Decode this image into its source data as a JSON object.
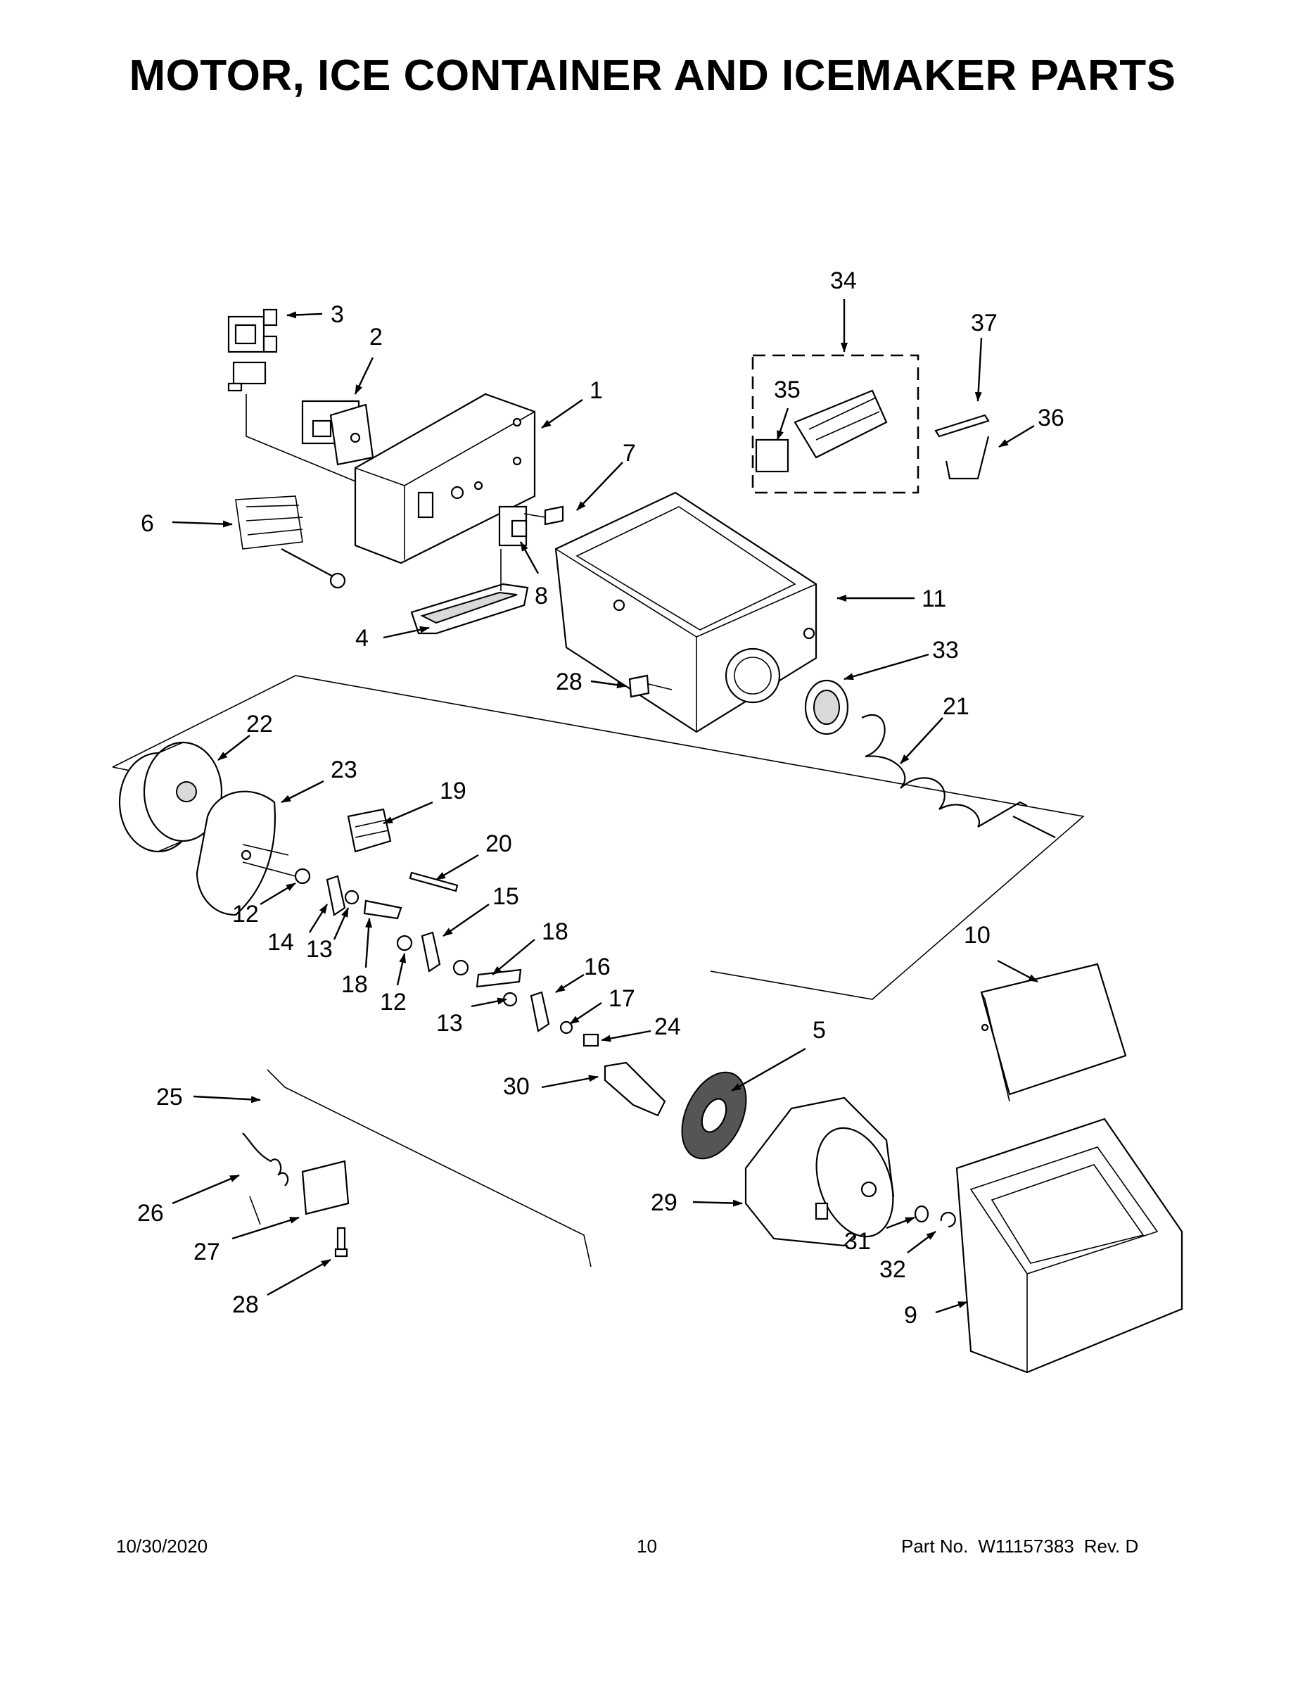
{
  "page": {
    "title": "MOTOR, ICE CONTAINER AND ICEMAKER PARTS"
  },
  "footer": {
    "date": "10/30/2020",
    "page_number": "10",
    "part_label": "Part No.",
    "part_number": "W11157383",
    "revision": "Rev. D"
  },
  "callouts": {
    "c1": "1",
    "c2": "2",
    "c3": "3",
    "c4": "4",
    "c5": "5",
    "c6": "6",
    "c7": "7",
    "c8": "8",
    "c9": "9",
    "c10": "10",
    "c11": "11",
    "c12a": "12",
    "c12b": "12",
    "c13a": "13",
    "c13b": "13",
    "c14": "14",
    "c15": "15",
    "c16": "16",
    "c17": "17",
    "c18a": "18",
    "c18b": "18",
    "c19": "19",
    "c20": "20",
    "c21": "21",
    "c22": "22",
    "c23": "23",
    "c24": "24",
    "c25": "25",
    "c26": "26",
    "c27": "27",
    "c28a": "28",
    "c28b": "28",
    "c29": "29",
    "c30": "30",
    "c31": "31",
    "c32": "32",
    "c33": "33",
    "c34": "34",
    "c35": "35",
    "c36": "36",
    "c37": "37"
  }
}
